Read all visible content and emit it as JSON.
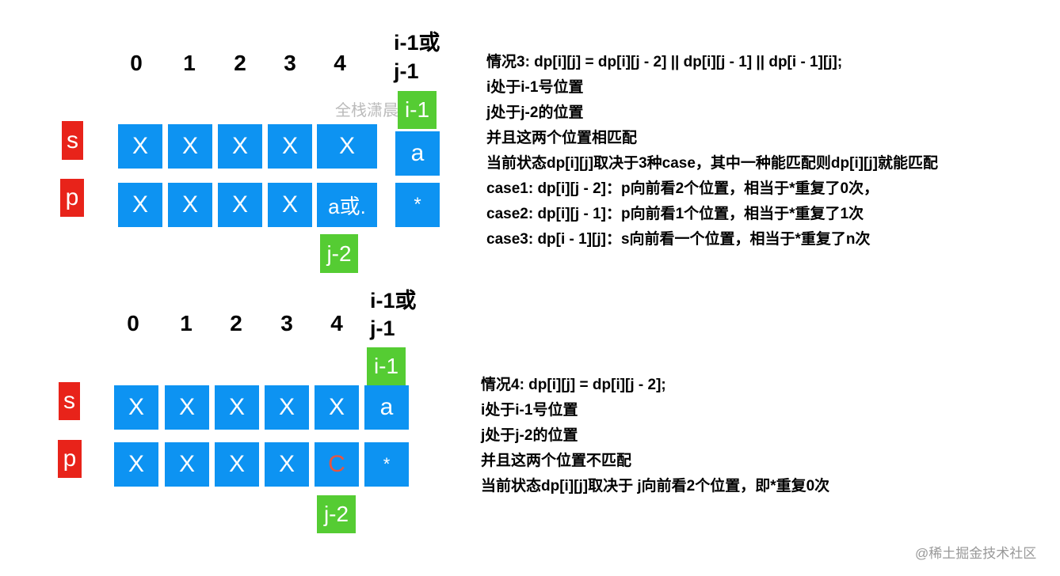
{
  "top": {
    "indices": [
      "0",
      "1",
      "2",
      "3",
      "4"
    ],
    "header": [
      "i-1或",
      "j-1"
    ],
    "row_labels": {
      "s": "s",
      "p": "p"
    },
    "s_cells": [
      "X",
      "X",
      "X",
      "X",
      "X",
      "a"
    ],
    "p_cells": [
      "X",
      "X",
      "X",
      "X",
      "a或.",
      "*"
    ],
    "tag_i": "i-1",
    "tag_j": "j-2",
    "watermark": "全栈潇晨",
    "text": [
      "情况3: dp[i][j] = dp[i][j - 2] || dp[i][j - 1] || dp[i - 1][j];",
      "i处于i-1号位置",
      "j处于j-2的位置",
      "并且这两个位置相匹配",
      "当前状态dp[i][j]取决于3种case，其中一种能匹配则dp[i][j]就能匹配",
      "case1:  dp[i][j - 2]：p向前看2个位置，相当于*重复了0次，",
      "case2:  dp[i][j - 1]：p向前看1个位置，相当于*重复了1次",
      "case3:  dp[i - 1][j]：s向前看一个位置，相当于*重复了n次"
    ]
  },
  "bottom": {
    "indices": [
      "0",
      "1",
      "2",
      "3",
      "4"
    ],
    "header": [
      "i-1或",
      "j-1"
    ],
    "row_labels": {
      "s": "s",
      "p": "p"
    },
    "s_cells": [
      "X",
      "X",
      "X",
      "X",
      "X",
      "a"
    ],
    "p_cells": [
      "X",
      "X",
      "X",
      "X",
      "C",
      "*"
    ],
    "tag_i": "i-1",
    "tag_j": "j-2",
    "text": [
      "情况4: dp[i][j] = dp[i][j - 2];",
      "i处于i-1号位置",
      "j处于j-2的位置",
      "并且这两个位置不匹配",
      "当前状态dp[i][j]取决于 j向前看2个位置，即*重复0次"
    ]
  },
  "footer": "@稀土掘金技术社区",
  "colors": {
    "cell": "#0d93f2",
    "row_label": "#e8231a",
    "tag": "#55cc33",
    "mismatch_char": "#e8543f"
  }
}
